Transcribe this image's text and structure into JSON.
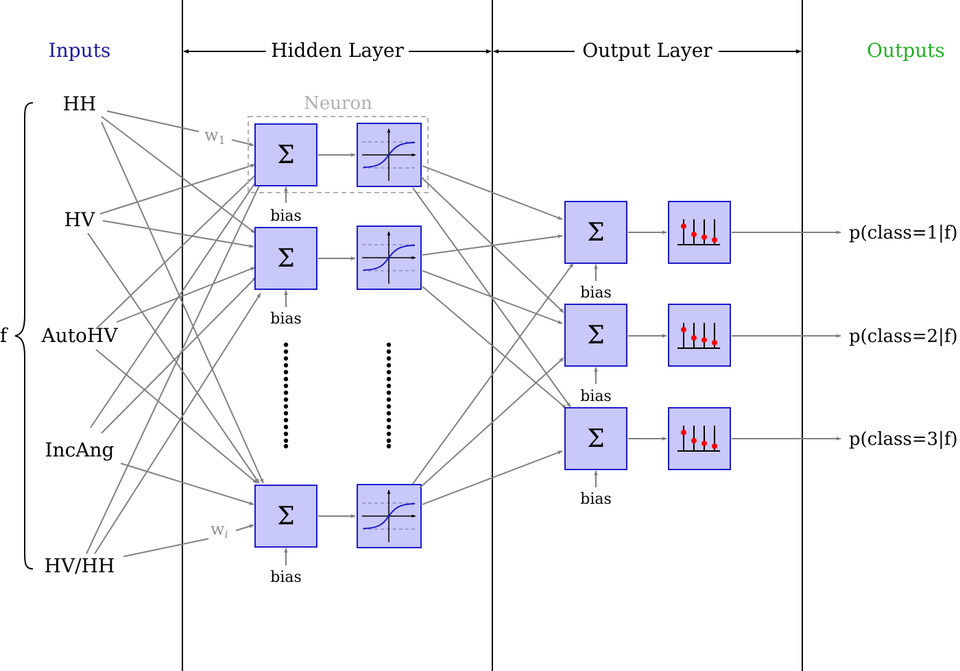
{
  "headers": {
    "inputs": "Inputs",
    "hidden_layer": "Hidden Layer",
    "output_layer": "Output Layer",
    "outputs": "Outputs"
  },
  "feature_vector_label": "f",
  "inputs": [
    "HH",
    "HV",
    "AutoHV",
    "IncAng",
    "HV/HH"
  ],
  "neuron_label": "Neuron",
  "weight_labels": {
    "first": "w",
    "first_sub": "1",
    "last": "w",
    "last_sub": "i"
  },
  "sum_symbol": "Σ",
  "bias_label": "bias",
  "outputs": [
    "p(class=1|f)",
    "p(class=2|f)",
    "p(class=3|f)"
  ],
  "colors": {
    "inputs_header": "#1a1aa0",
    "outputs_header": "#22b022",
    "box_fill": "#c8c8fa",
    "box_stroke": "#1a1acc",
    "connection": "#808080",
    "neuron_frame": "#b0b0b0",
    "softmax_dot": "#ff0000"
  },
  "icons": {
    "sum": "sigma-icon",
    "activation": "sigmoid-curve-icon",
    "softmax": "softmax-bars-icon"
  }
}
